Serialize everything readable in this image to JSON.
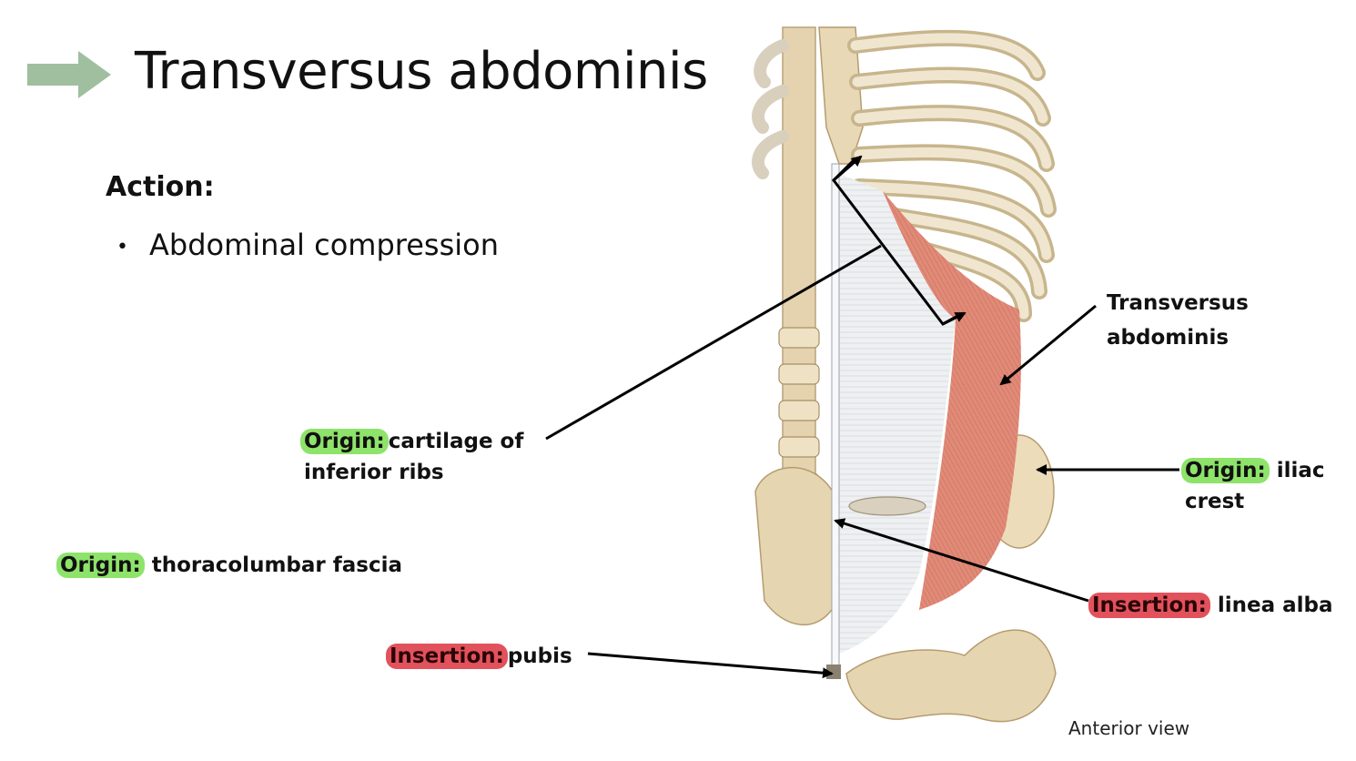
{
  "slide": {
    "title": "Transversus abdominis",
    "action_heading": "Action:",
    "actions": [
      "Abdominal compression"
    ],
    "bullet": "•"
  },
  "labels": {
    "ribs_origin": {
      "tag": "Origin:",
      "text_line1": "cartilage of",
      "text_line2": "inferior ribs"
    },
    "fascia_origin": {
      "tag": "Origin:",
      "text": "thoracolumbar fascia"
    },
    "pubis_insertion": {
      "tag": "Insertion:",
      "text": "pubis"
    },
    "muscle_name": {
      "line1": "Transversus",
      "line2": "abdominis"
    },
    "iliac_origin": {
      "tag": "Origin:",
      "text_line1": "iliac",
      "text_line2": "crest"
    },
    "linea_insertion": {
      "tag": "Insertion:",
      "text": "linea alba"
    }
  },
  "caption": "Anterior view",
  "colors": {
    "arrow_accent": "#9fbf9e",
    "origin_highlight": "#8ee36a",
    "insertion_highlight": "#e2525c",
    "muscle": "#e08a78",
    "bone": "#e9dcc0",
    "fascia": "#eef0f2"
  }
}
